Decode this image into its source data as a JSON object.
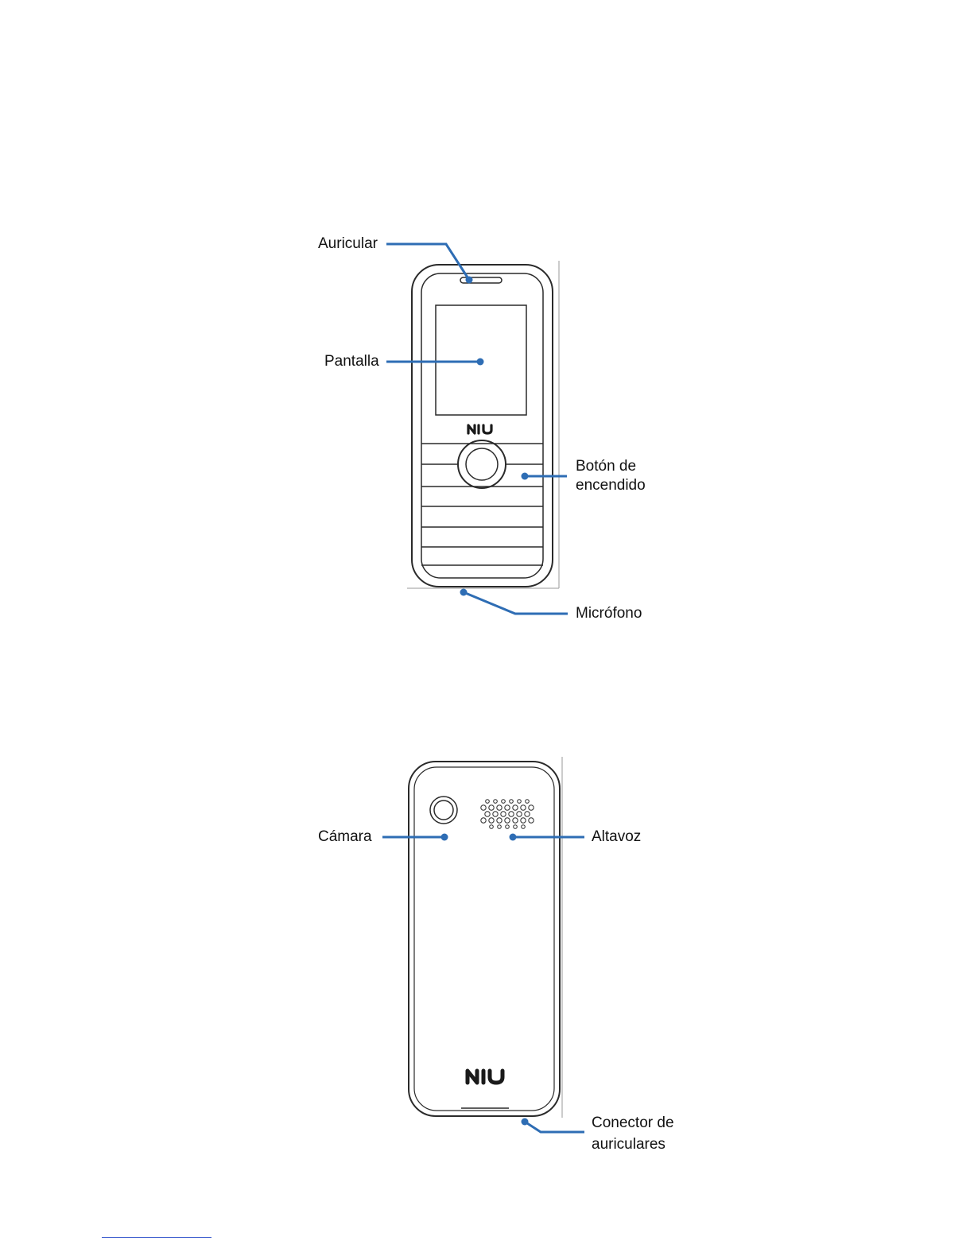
{
  "front_view": {
    "brand_logo": "NIU",
    "callouts": {
      "earpiece": "Auricular",
      "screen": "Pantalla",
      "power_button_line1": "Botón de",
      "power_button_line2": "encendido",
      "microphone": "Micrófono"
    }
  },
  "back_view": {
    "brand_logo": "NIU",
    "callouts": {
      "camera": "Cámara",
      "speaker": "Altavoz",
      "headphone_jack_line1": "Conector de",
      "headphone_jack_line2": "auriculares"
    }
  },
  "colors": {
    "callout_line": "#2e6db4",
    "outline": "#2a2a2a",
    "footer_rule": "#3355cc"
  }
}
